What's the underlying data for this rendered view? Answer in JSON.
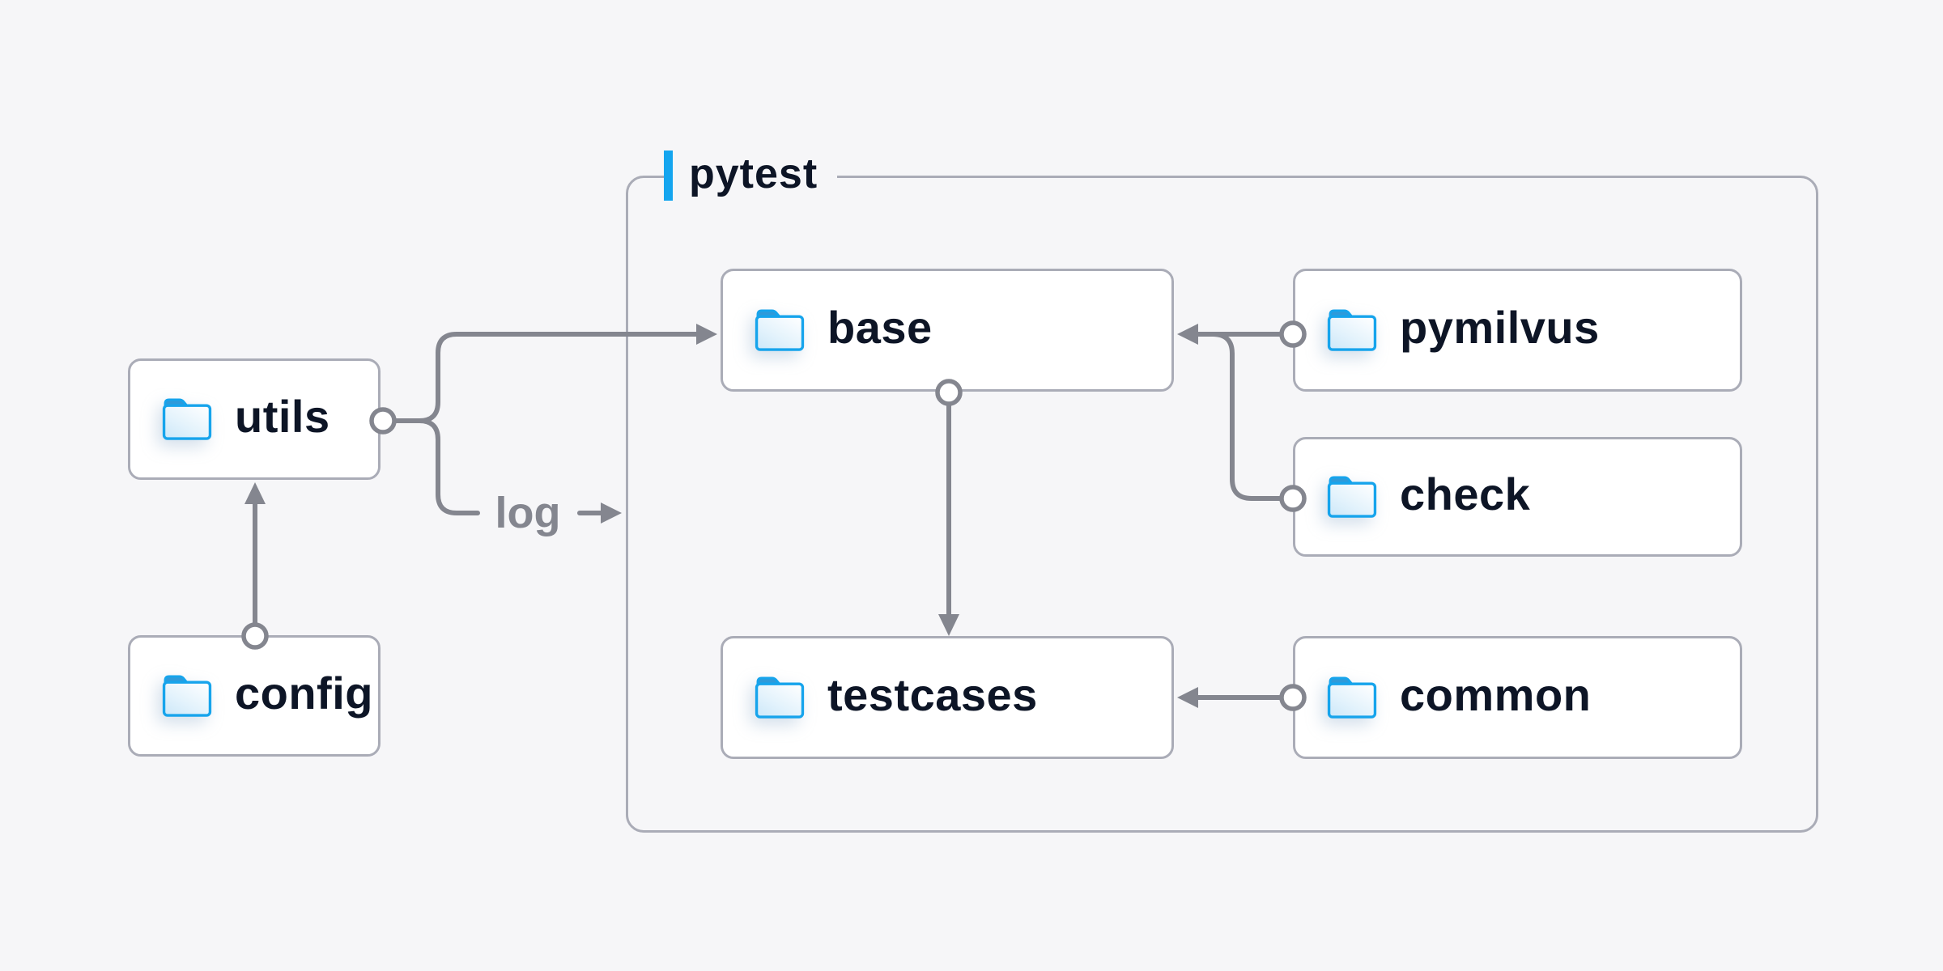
{
  "diagram": {
    "container": {
      "label": "pytest"
    },
    "nodes": {
      "utils": {
        "label": "utils"
      },
      "config": {
        "label": "config"
      },
      "base": {
        "label": "base"
      },
      "pymilvus": {
        "label": "pymilvus"
      },
      "check": {
        "label": "check"
      },
      "testcases": {
        "label": "testcases"
      },
      "common": {
        "label": "common"
      }
    },
    "edge_label": {
      "log": "log"
    },
    "edges": [
      {
        "from": "config",
        "to": "utils"
      },
      {
        "from": "utils",
        "to": "base"
      },
      {
        "from": "utils",
        "to": "log",
        "note": "branch labeled log pointing into pytest group"
      },
      {
        "from": "base",
        "to": "testcases"
      },
      {
        "from": "pymilvus",
        "to": "base"
      },
      {
        "from": "check",
        "to": "base"
      },
      {
        "from": "common",
        "to": "testcases"
      }
    ],
    "colors": {
      "background": "#f6f6f8",
      "node_background": "#ffffff",
      "node_border": "#aaacb7",
      "connector": "#84868f",
      "text_dark": "#0d1526",
      "log_text": "#84868f",
      "accent_blue": "#14a5ef",
      "folder_stroke": "#16a4ec",
      "folder_tab": "#2e9ada",
      "folder_fill_light": "#fbfdff",
      "folder_fill_deep": "#cde8f9"
    }
  }
}
